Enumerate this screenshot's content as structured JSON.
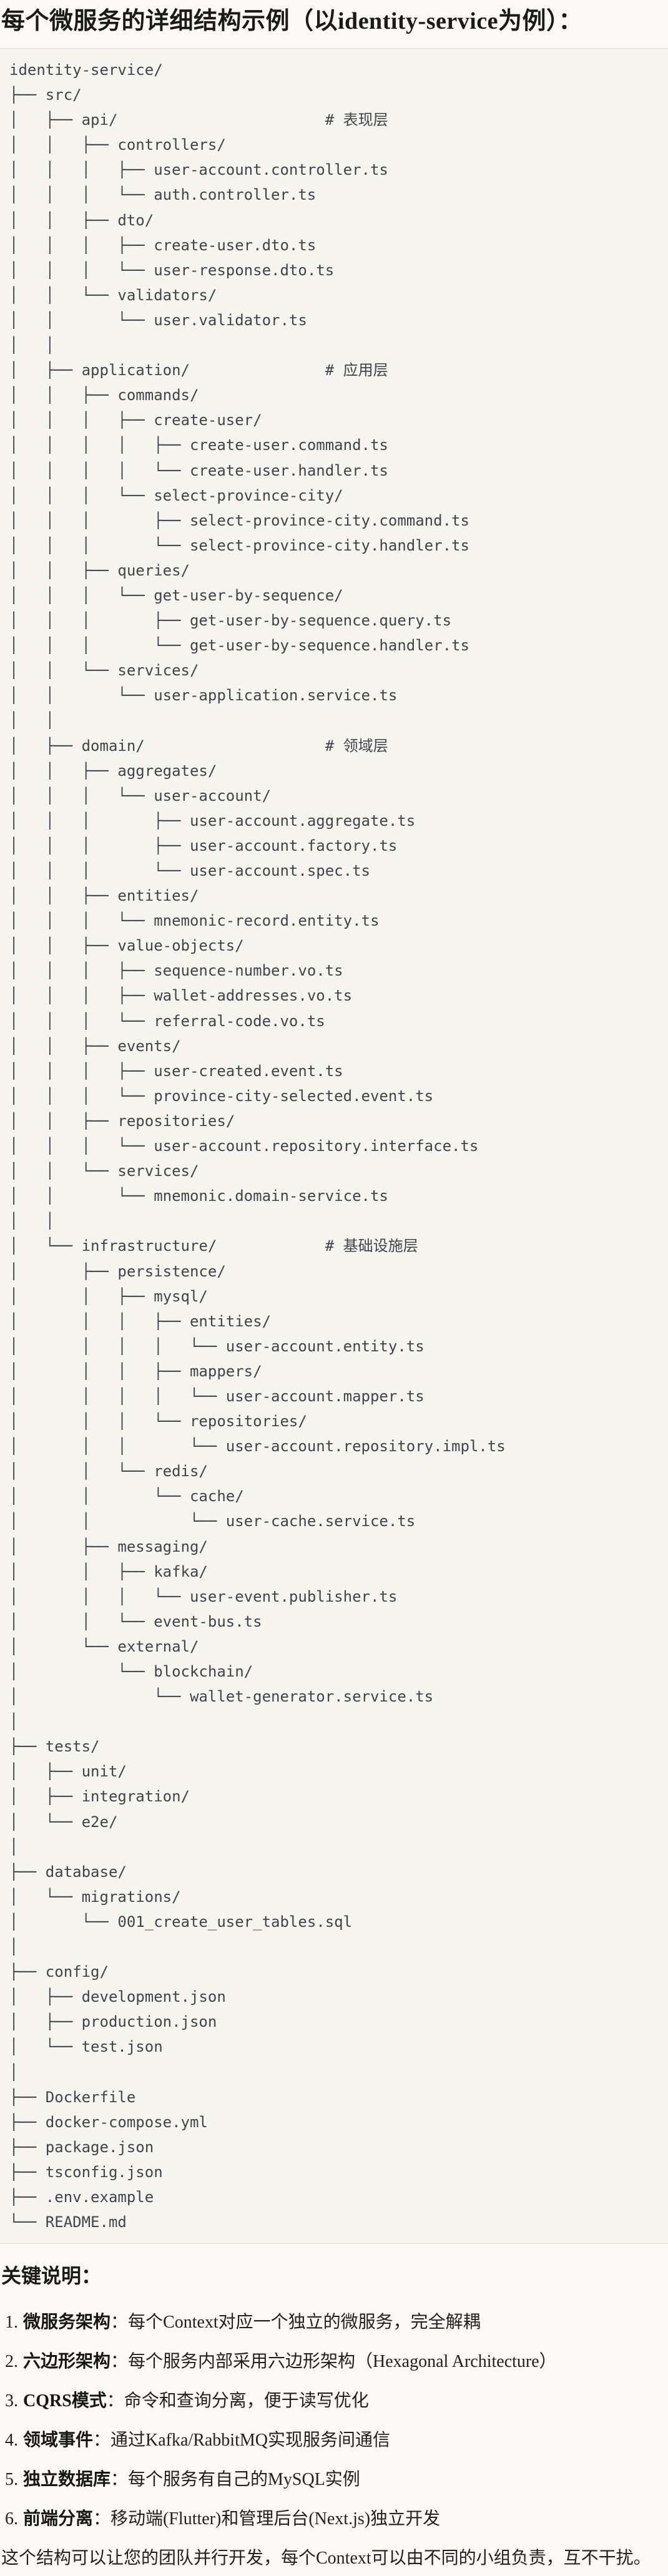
{
  "page": {
    "title": "每个微服务的详细结构示例（以identity-service为例）：",
    "notes_heading": "关键说明：",
    "closing": "这个结构可以让您的团队并行开发，每个Context可以由不同的小组负责，互不干扰。"
  },
  "tree": {
    "root": "identity-service/",
    "layer_comments": [
      "# 表现层",
      "# 应用层",
      "# 领域层",
      "# 基础设施层"
    ],
    "lines": [
      "identity-service/",
      "├── src/",
      "│   ├── api/                       # 表现层",
      "│   │   ├── controllers/",
      "│   │   │   ├── user-account.controller.ts",
      "│   │   │   └── auth.controller.ts",
      "│   │   ├── dto/",
      "│   │   │   ├── create-user.dto.ts",
      "│   │   │   └── user-response.dto.ts",
      "│   │   └── validators/",
      "│   │       └── user.validator.ts",
      "│   │",
      "│   ├── application/               # 应用层",
      "│   │   ├── commands/",
      "│   │   │   ├── create-user/",
      "│   │   │   │   ├── create-user.command.ts",
      "│   │   │   │   └── create-user.handler.ts",
      "│   │   │   └── select-province-city/",
      "│   │   │       ├── select-province-city.command.ts",
      "│   │   │       └── select-province-city.handler.ts",
      "│   │   ├── queries/",
      "│   │   │   └── get-user-by-sequence/",
      "│   │   │       ├── get-user-by-sequence.query.ts",
      "│   │   │       └── get-user-by-sequence.handler.ts",
      "│   │   └── services/",
      "│   │       └── user-application.service.ts",
      "│   │",
      "│   ├── domain/                    # 领域层",
      "│   │   ├── aggregates/",
      "│   │   │   └── user-account/",
      "│   │   │       ├── user-account.aggregate.ts",
      "│   │   │       ├── user-account.factory.ts",
      "│   │   │       └── user-account.spec.ts",
      "│   │   ├── entities/",
      "│   │   │   └── mnemonic-record.entity.ts",
      "│   │   ├── value-objects/",
      "│   │   │   ├── sequence-number.vo.ts",
      "│   │   │   ├── wallet-addresses.vo.ts",
      "│   │   │   └── referral-code.vo.ts",
      "│   │   ├── events/",
      "│   │   │   ├── user-created.event.ts",
      "│   │   │   └── province-city-selected.event.ts",
      "│   │   ├── repositories/",
      "│   │   │   └── user-account.repository.interface.ts",
      "│   │   └── services/",
      "│   │       └── mnemonic.domain-service.ts",
      "│   │",
      "│   └── infrastructure/            # 基础设施层",
      "│       ├── persistence/",
      "│       │   ├── mysql/",
      "│       │   │   ├── entities/",
      "│       │   │   │   └── user-account.entity.ts",
      "│       │   │   ├── mappers/",
      "│       │   │   │   └── user-account.mapper.ts",
      "│       │   │   └── repositories/",
      "│       │   │       └── user-account.repository.impl.ts",
      "│       │   └── redis/",
      "│       │       └── cache/",
      "│       │           └── user-cache.service.ts",
      "│       ├── messaging/",
      "│       │   ├── kafka/",
      "│       │   │   └── user-event.publisher.ts",
      "│       │   └── event-bus.ts",
      "│       └── external/",
      "│           └── blockchain/",
      "│               └── wallet-generator.service.ts",
      "│",
      "├── tests/",
      "│   ├── unit/",
      "│   ├── integration/",
      "│   └── e2e/",
      "│",
      "├── database/",
      "│   └── migrations/",
      "│       └── 001_create_user_tables.sql",
      "│",
      "├── config/",
      "│   ├── development.json",
      "│   ├── production.json",
      "│   └── test.json",
      "│",
      "├── Dockerfile",
      "├── docker-compose.yml",
      "├── package.json",
      "├── tsconfig.json",
      "├── .env.example",
      "└── README.md"
    ]
  },
  "notes": {
    "items": [
      {
        "num": "1.",
        "label": "微服务架构",
        "text": "：每个Context对应一个独立的微服务，完全解耦"
      },
      {
        "num": "2.",
        "label": "六边形架构",
        "text": "：每个服务内部采用六边形架构（Hexagonal Architecture）"
      },
      {
        "num": "3.",
        "label": "CQRS模式",
        "text": "：命令和查询分离，便于读写优化"
      },
      {
        "num": "4.",
        "label": "领域事件",
        "text": "：通过Kafka/RabbitMQ实现服务间通信"
      },
      {
        "num": "5.",
        "label": "独立数据库",
        "text": "：每个服务有自己的MySQL实例"
      },
      {
        "num": "6.",
        "label": "前端分离",
        "text": "：移动端(Flutter)和管理后台(Next.js)独立开发"
      }
    ]
  }
}
